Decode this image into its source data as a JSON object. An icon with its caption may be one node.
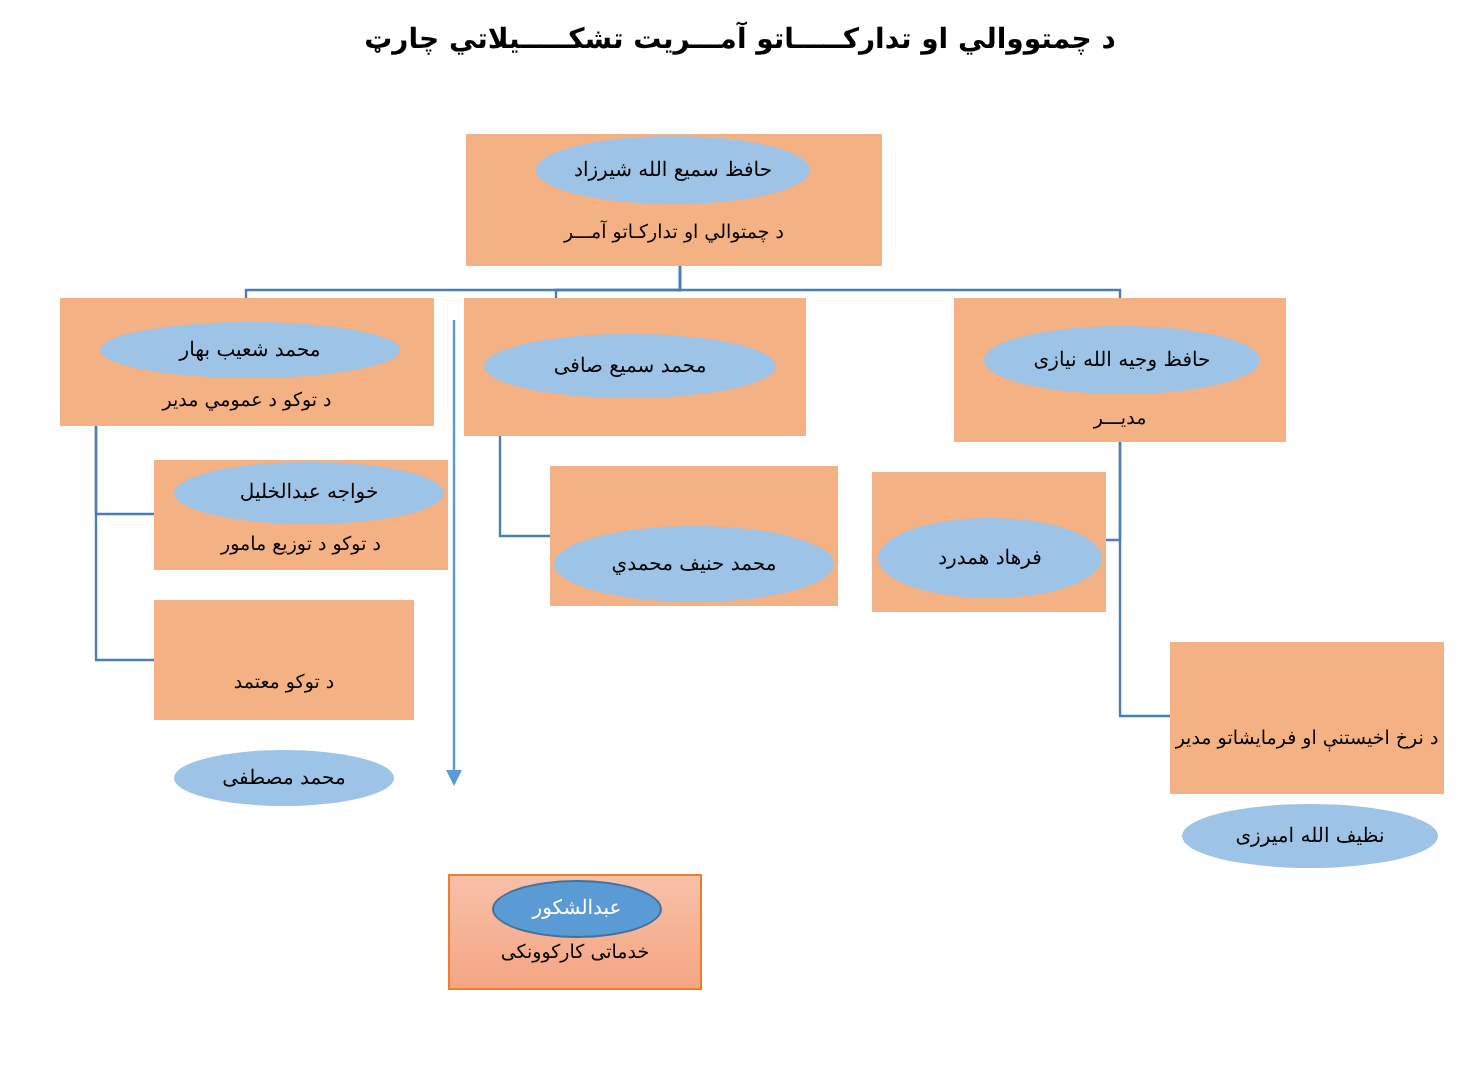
{
  "diagram": {
    "title": "د چمتووالي او تدارکـــــاتو آمـــریت تشکـــــیلاتي چارټ",
    "nodes": [
      {
        "text": [
          "د چمتوالي او تدارکـاتو آمـــر"
        ]
      },
      {
        "text": [
          "حافظ سمیع الله شیرزاد"
        ],
        "in": 0
      },
      {
        "text": [
          "د توکو د عمومي مدیر"
        ]
      },
      {
        "text": [
          "محمد شعیب بهار"
        ],
        "in": 2
      },
      {
        "text": [],
        "shape": "box"
      },
      {
        "text": [
          "محمد سمیع صافی"
        ],
        "in": 4
      },
      {
        "text": [
          "مدیـــر"
        ]
      },
      {
        "text": [
          "حافظ وجیه الله نیازی"
        ],
        "in": 6
      },
      {
        "text": [
          "د توکو د توزیع مامور"
        ]
      },
      {
        "text": [
          "خواجه عبدالخلیل"
        ],
        "in": 8
      },
      {
        "text": [
          "د توکو معتمد"
        ]
      },
      {
        "text": [
          "محمد مصطفی"
        ]
      },
      {
        "text": [],
        "shape": "box"
      },
      {
        "text": [
          "محمد حنیف محمدي"
        ],
        "in": 12
      },
      {
        "text": [],
        "shape": "box"
      },
      {
        "text": [
          "فرهاد همدرد"
        ],
        "in": 14
      },
      {
        "text": [
          "د نرخ اخیستنې او فرمایشاتو مدیر"
        ]
      },
      {
        "text": [
          "نظیف الله امیرزی"
        ]
      },
      {
        "text": [
          "خدماتی کارکوونکی"
        ]
      },
      {
        "text": [
          "عبدالشکور"
        ],
        "in": 18
      }
    ],
    "edges": [
      {
        "from": 0,
        "to": 2,
        "arrow": "none"
      },
      {
        "from": 0,
        "to": 4,
        "arrow": "none"
      },
      {
        "from": 0,
        "to": 6,
        "arrow": "none"
      },
      {
        "from": 2,
        "to": 8,
        "arrow": "none"
      },
      {
        "from": 2,
        "to": 10,
        "arrow": "none"
      },
      {
        "from": 4,
        "to": 12,
        "arrow": "none"
      },
      {
        "from": 6,
        "to": 14,
        "arrow": "none"
      },
      {
        "from": 6,
        "to": 16,
        "arrow": "none"
      },
      {
        "from": 4,
        "to": null,
        "arrow": "to",
        "color": "#5b9bd5"
      }
    ]
  }
}
